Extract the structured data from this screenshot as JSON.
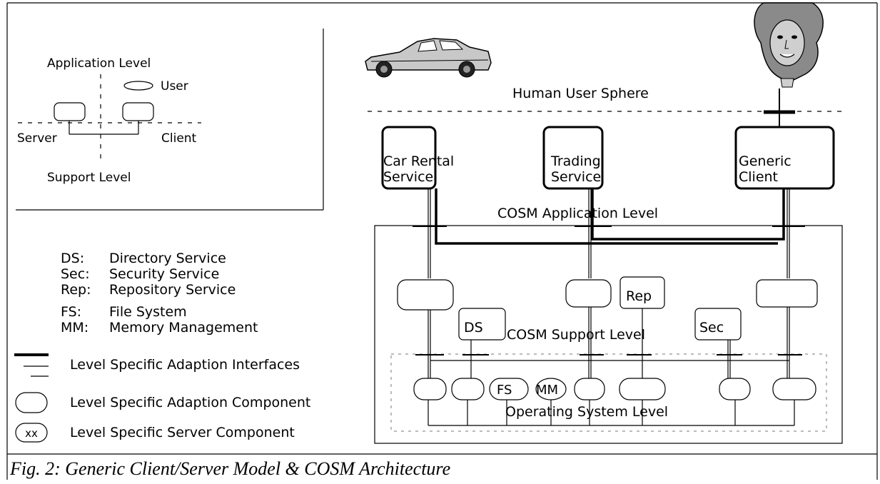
{
  "legend": {
    "model": {
      "application_level": "Application Level",
      "user": "User",
      "server": "Server",
      "client": "Client",
      "support_level": "Support Level"
    },
    "abbrev": {
      "ds": "DS:",
      "ds_desc": "Directory Service",
      "sec": "Sec:",
      "sec_desc": "Security Service",
      "rep": "Rep:",
      "rep_desc": "Repository Service",
      "fs": "FS:",
      "fs_desc": "File System",
      "mm": "MM:",
      "mm_desc": "Memory Management"
    },
    "symbols": {
      "interfaces": "Level Specific Adaption Interfaces",
      "adaption_component": "Level Specific Adaption Component",
      "server_component_mark": "xx",
      "server_component": "Level Specific Server Component"
    }
  },
  "architecture": {
    "human_user_sphere": "Human User Sphere",
    "car_rental_line1": "Car Rental",
    "car_rental_line2": "Service",
    "trading_line1": "Trading",
    "trading_line2": "Service",
    "generic_line1": "Generic",
    "generic_line2": "Client",
    "app_level": "COSM Application Level",
    "support_level": "COSM Support Level",
    "os_level": "Operating System Level",
    "ds": "DS",
    "rep": "Rep",
    "sec": "Sec",
    "fs": "FS",
    "mm": "MM"
  },
  "caption": "Fig. 2: Generic Client/Server Model & COSM Architecture",
  "icons": [
    "car-icon",
    "woman-face-icon"
  ]
}
